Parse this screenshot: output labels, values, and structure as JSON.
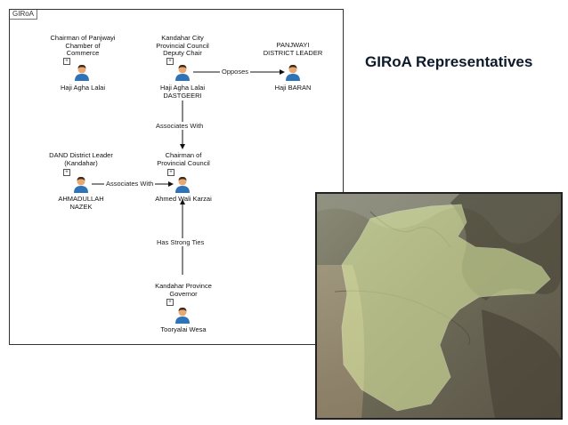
{
  "panel_tag": "GIRoA",
  "heading": "GIRoA Representatives",
  "nodes": {
    "chamber": {
      "title": "Chairman of Panjwayi\nChamber of\nCommerce",
      "name": "Haji Agha Lalai"
    },
    "deputy": {
      "title": "Kandahar City\nProvincial Council\nDeputy Chair",
      "name": "Haji Agha Lalai\nDASTGEERI"
    },
    "panjwayi": {
      "title": "PANJWAYI\nDISTRICT LEADER",
      "name": "Haji BARAN"
    },
    "dand": {
      "title": "DAND District Leader\n(Kandahar)",
      "name": "AHMADULLAH\nNAZEK"
    },
    "chairman": {
      "title": "Chairman of\nProvincial Council",
      "name": "Ahmed Wali Karzai"
    },
    "governor": {
      "title": "Kandahar Province\nGovernor",
      "name": "Tooryalai Wesa"
    }
  },
  "edges": {
    "opposes": "Opposes",
    "associates1": "Associates With",
    "associates2": "Associates With",
    "strong_ties": "Has Strong Ties"
  },
  "colors": {
    "person_shirt": "#2e73b8",
    "person_face": "#e9a871",
    "person_hair": "#3a2718",
    "overlay": "#e6f5a8"
  }
}
